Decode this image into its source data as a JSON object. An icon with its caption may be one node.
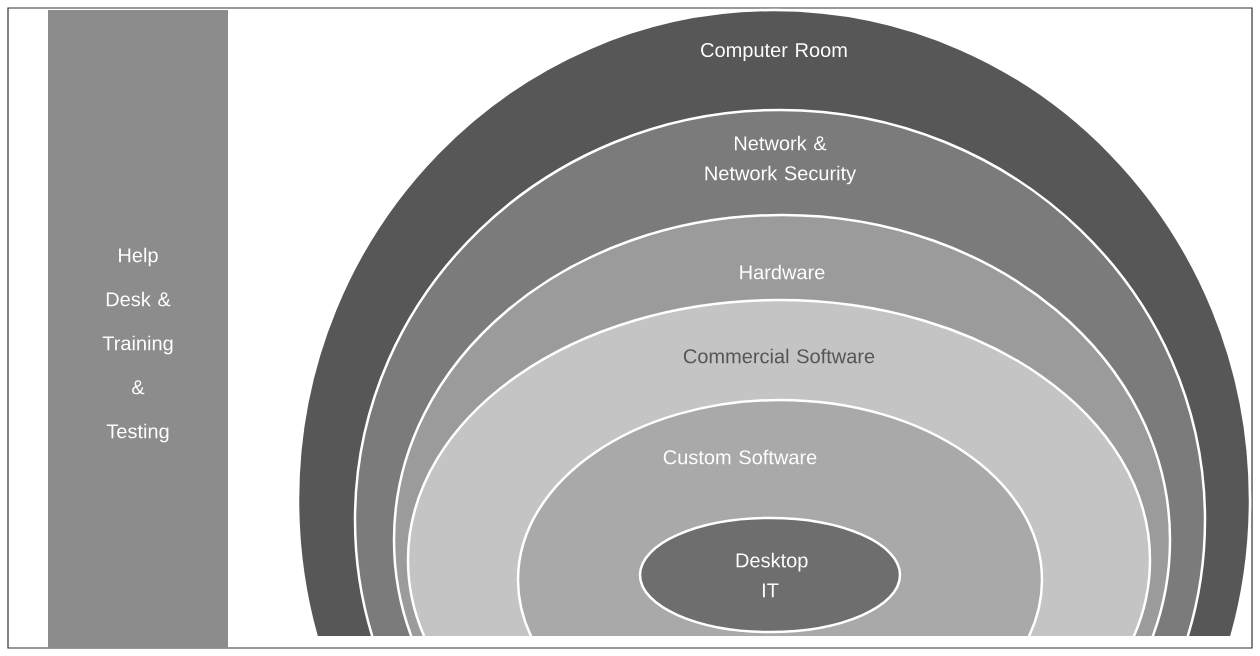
{
  "diagram": {
    "nodes": [
      {
        "text": [
          "Help Desk & Training & Testing"
        ]
      },
      {
        "text": [
          "Computer Room"
        ]
      },
      {
        "text": [
          "Network & Network Security"
        ],
        "in": 1
      },
      {
        "text": [
          "Hardware"
        ],
        "in": 2
      },
      {
        "text": [
          "Commercial Software"
        ],
        "in": 3
      },
      {
        "text": [
          "Custom Software"
        ],
        "in": 4
      },
      {
        "text": [
          "Desktop IT"
        ],
        "in": 5
      }
    ]
  }
}
